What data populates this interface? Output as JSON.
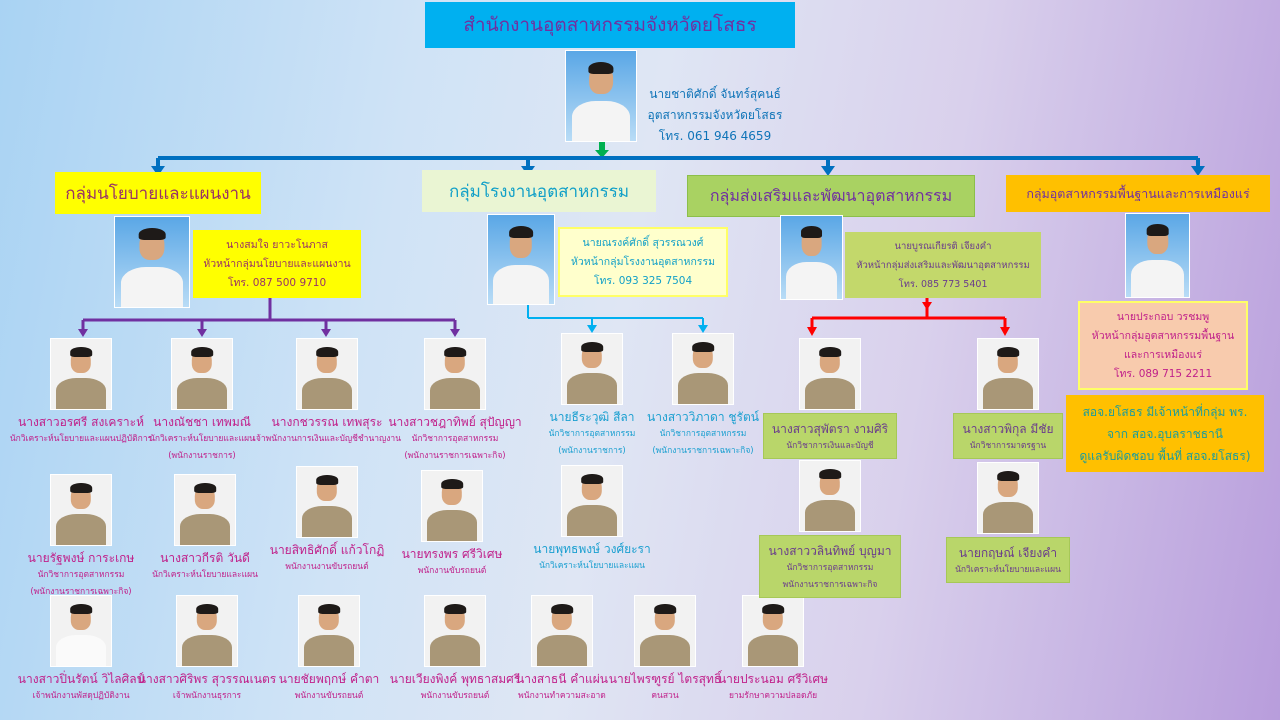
{
  "title": "สำนักงานอุตสาหกรรมจังหวัดยโสธร",
  "director": {
    "name": "นายชาติศักดิ์  จันทร์สุคนธ์",
    "position": "อุตสาหกรรมจังหวัดยโสธร",
    "phone": "โทร. 061 946 4659"
  },
  "colors": {
    "title_bg": "#00b0f0",
    "line_main": "#0070c0",
    "line_planning": "#7030a0",
    "line_factory": "#00b0f0",
    "line_promotion": "#ff0000"
  },
  "planning": {
    "label": "กลุ่มนโยบายและแผนงาน",
    "head": {
      "name": "นางสมใจ  ยาวะโนภาส",
      "position": "หัวหน้ากลุ่มนโยบายและแผนงาน",
      "phone": "โทร. 087 500 9710"
    },
    "staff": [
      {
        "name": "นางสาวอรศรี  สงเคราะห์",
        "roles": [
          "นักวิเคราะห์นโยบายและแผนปฏิบัติการ"
        ]
      },
      {
        "name": "นางณัชชา  เทพมณี",
        "roles": [
          "นักวิเคราะห์นโยบายและแผน",
          "(พนักงานราชการ)"
        ]
      },
      {
        "name": "นางกชวรรณ  เทพสุระ",
        "roles": [
          "เจ้าพนักงานการเงินและบัญชีชำนาญงาน"
        ]
      },
      {
        "name": "นางสาวชฎาทิพย์ สุปัญญา",
        "roles": [
          "นักวิชาการอุตสาหกรรม",
          "(พนักงานราชการเฉพาะกิจ)"
        ]
      },
      {
        "name": "นายรัฐพงษ์  การะเกษ",
        "roles": [
          "นักวิชาการอุตสาหกรรม",
          "(พนักงานราชการเฉพาะกิจ)"
        ]
      },
      {
        "name": "นางสาวกีรติ  วันดี",
        "roles": [
          "นักวิเคราะห์นโยบายและแผน"
        ]
      },
      {
        "name": "นายสิทธิศักดิ์  แก้วโกฏิ",
        "roles": [
          "พนักงานงานขับรถยนต์"
        ]
      },
      {
        "name": "นายทรงพร  ศรีวิเศษ",
        "roles": [
          "พนักงานขับรถยนต์"
        ]
      },
      {
        "name": "นางสาวปิ่นรัตน์ วิไลศิลป์",
        "roles": [
          "เจ้าพนักงานพัสดุปฏิบัติงาน"
        ]
      },
      {
        "name": "นางสาวศิริพร สุวรรณเนตร",
        "roles": [
          "เจ้าพนักงานธุรการ"
        ]
      },
      {
        "name": "นายชัยพฤกษ์ คำตา",
        "roles": [
          "พนักงานขับรถยนต์"
        ]
      },
      {
        "name": "นายเวียงพิงค์ พุทธาสมศรี",
        "roles": [
          "พนักงานขับรถยนต์"
        ]
      },
      {
        "name": "นางสาธนี  คำแผ่น",
        "roles": [
          "พนักงานทำความสะอาด"
        ]
      },
      {
        "name": "นายไพรฑูรย์  ไตรสุทธิ์",
        "roles": [
          "คนสวน"
        ]
      },
      {
        "name": "นายประนอม  ศรีวิเศษ",
        "roles": [
          "ยามรักษาความปลอดภัย"
        ]
      }
    ]
  },
  "factory": {
    "label": "กลุ่มโรงงานอุตสาหกรรม",
    "head": {
      "name": "นายณรงค์ศักดิ์  สุวรรณวงศ์",
      "position": "หัวหน้ากลุ่มโรงงานอุตสาหกรรม",
      "phone": "โทร. 093 325 7504"
    },
    "staff": [
      {
        "name": "นายธีระวุฒิ  สีลา",
        "roles": [
          "นักวิชาการอุตสาหกรรม",
          "(พนักงานราชการ)"
        ]
      },
      {
        "name": "นางสาววิภาดา  ชูรัตน์",
        "roles": [
          "นักวิชาการอุตสาหกรรม",
          "(พนักงานราชการเฉพาะกิจ)"
        ]
      },
      {
        "name": "นายพุทธพงษ์  วงศ์ยะรา",
        "roles": [
          "นักวิเคราะห์นโยบายและแผน"
        ]
      }
    ]
  },
  "promotion": {
    "label": "กลุ่มส่งเสริมและพัฒนาอุตสาหกรรม",
    "head": {
      "name": "นายบูรณเกียรติ  เจียงคำ",
      "position": "หัวหน้ากลุ่มส่งเสริมและพัฒนาอุตสาหกรรม",
      "phone": "โทร. 085 773 5401"
    },
    "staff": [
      {
        "name": "นางสาวสุพัตรา  งามศิริ",
        "roles": [
          "นักวิชาการเงินและบัญชี"
        ]
      },
      {
        "name": "นางสาวพิกุล  มีชัย",
        "roles": [
          "นักวิชาการมาตรฐาน"
        ]
      },
      {
        "name": "นางสาววลินทิพย์  บุญมา",
        "roles": [
          "นักวิชาการอุตสาหกรรม",
          "พนักงานราชการเฉพาะกิจ"
        ]
      },
      {
        "name": "นายกฤษณ์  เจียงคำ",
        "roles": [
          "นักวิเคราะห์นโยบายและแผน"
        ]
      }
    ]
  },
  "mining": {
    "label": "กลุ่มอุตสาหกรรมพื้นฐานและการเหมืองแร่",
    "head": {
      "name": "นายประกอบ  วรชมพู",
      "position": "หัวหน้ากลุ่มอุตสาหกรรมพื้นฐาน",
      "position2": "และการเหมืองแร่",
      "phone": "โทร. 089 715 2211"
    },
    "note": [
      "สอจ.ยโสธร มีเจ้าหน้าที่กลุ่ม พร.",
      "จาก สอจ.อุบลราชธานี",
      "ดูแลรับผิดชอบ พื้นที่  สอจ.ยโสธร)"
    ]
  }
}
